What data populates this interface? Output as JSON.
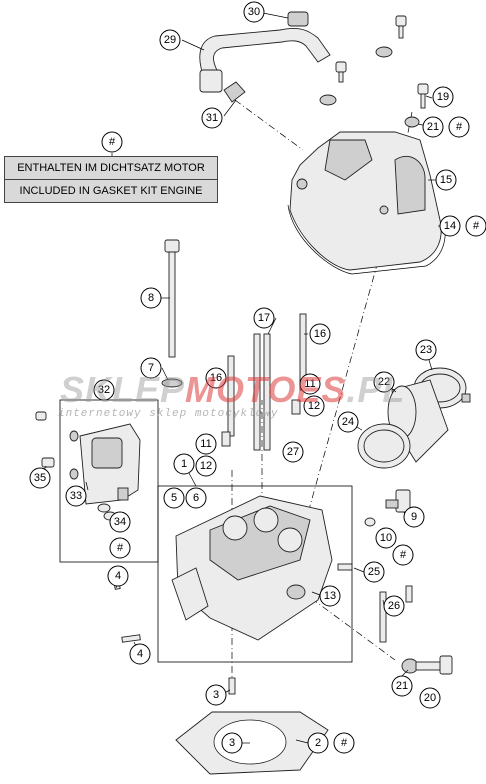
{
  "gasket_info": {
    "marker": "#",
    "line_de": "ENTHALTEN IM DICHTSATZ MOTOR",
    "line_en": "INCLUDED IN GASKET KIT ENGINE"
  },
  "watermark": {
    "brand_a": "SKLEP",
    "brand_b": "MOTO",
    "brand_c": "ES",
    "brand_d": ".PL",
    "subtitle": "internetowy sklep motocyklowy"
  },
  "callouts": [
    {
      "id": "c30",
      "label": "30"
    },
    {
      "id": "c29",
      "label": "29"
    },
    {
      "id": "c31",
      "label": "31"
    },
    {
      "id": "c19",
      "label": "19"
    },
    {
      "id": "c21a",
      "label": "21"
    },
    {
      "id": "c21a-hash",
      "label": "#"
    },
    {
      "id": "c15",
      "label": "15"
    },
    {
      "id": "c14",
      "label": "14"
    },
    {
      "id": "c14-hash",
      "label": "#"
    },
    {
      "id": "c-gasket-hash",
      "label": "#"
    },
    {
      "id": "c8",
      "label": "8"
    },
    {
      "id": "c7",
      "label": "7"
    },
    {
      "id": "c17",
      "label": "17"
    },
    {
      "id": "c16a",
      "label": "16"
    },
    {
      "id": "c16b",
      "label": "16"
    },
    {
      "id": "c11a",
      "label": "11"
    },
    {
      "id": "c12a",
      "label": "12"
    },
    {
      "id": "c11b",
      "label": "11"
    },
    {
      "id": "c12b",
      "label": "12"
    },
    {
      "id": "c32",
      "label": "32"
    },
    {
      "id": "c23",
      "label": "23"
    },
    {
      "id": "c22",
      "label": "22"
    },
    {
      "id": "c24",
      "label": "24"
    },
    {
      "id": "c27",
      "label": "27"
    },
    {
      "id": "c35",
      "label": "35"
    },
    {
      "id": "c33",
      "label": "33"
    },
    {
      "id": "c34",
      "label": "34"
    },
    {
      "id": "c34-hash",
      "label": "#"
    },
    {
      "id": "c1",
      "label": "1"
    },
    {
      "id": "c5",
      "label": "5"
    },
    {
      "id": "c6",
      "label": "6"
    },
    {
      "id": "c9",
      "label": "9"
    },
    {
      "id": "c10",
      "label": "10"
    },
    {
      "id": "c10-hash",
      "label": "#"
    },
    {
      "id": "c25",
      "label": "25"
    },
    {
      "id": "c13",
      "label": "13"
    },
    {
      "id": "c26",
      "label": "26"
    },
    {
      "id": "c4a",
      "label": "4"
    },
    {
      "id": "c4b",
      "label": "4"
    },
    {
      "id": "c21b",
      "label": "21"
    },
    {
      "id": "c20",
      "label": "20"
    },
    {
      "id": "c3a",
      "label": "3"
    },
    {
      "id": "c3b",
      "label": "3"
    },
    {
      "id": "c2",
      "label": "2"
    },
    {
      "id": "c2-hash",
      "label": "#"
    }
  ]
}
